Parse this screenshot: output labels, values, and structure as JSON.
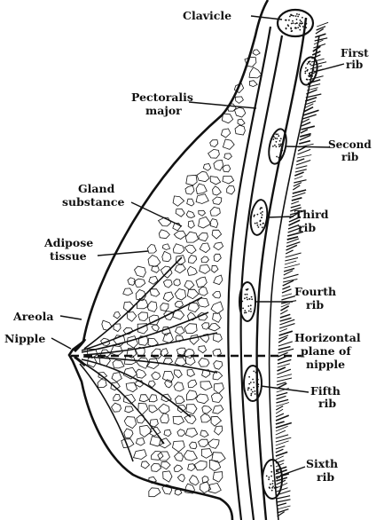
{
  "labels": {
    "clavicle": "Clavicle",
    "first_rib": [
      "First",
      "rib"
    ],
    "pectoralis_major": [
      "Pectoralis",
      "major"
    ],
    "second_rib": [
      "Second",
      "rib"
    ],
    "gland_substance": [
      "Gland",
      "substance"
    ],
    "third_rib": [
      "Third",
      "rib"
    ],
    "adipose_tissue": [
      "Adipose",
      "tissue"
    ],
    "fourth_rib": [
      "Fourth",
      "rib"
    ],
    "areola": "Areola",
    "nipple": "Nipple",
    "horizontal_plane": [
      "Horizontal",
      "plane of",
      "nipple"
    ],
    "fifth_rib": [
      "Fifth",
      "rib"
    ],
    "sixth_rib": [
      "Sixth",
      "rib"
    ]
  },
  "colors": {
    "ink": "#111111",
    "background": "#ffffff"
  }
}
